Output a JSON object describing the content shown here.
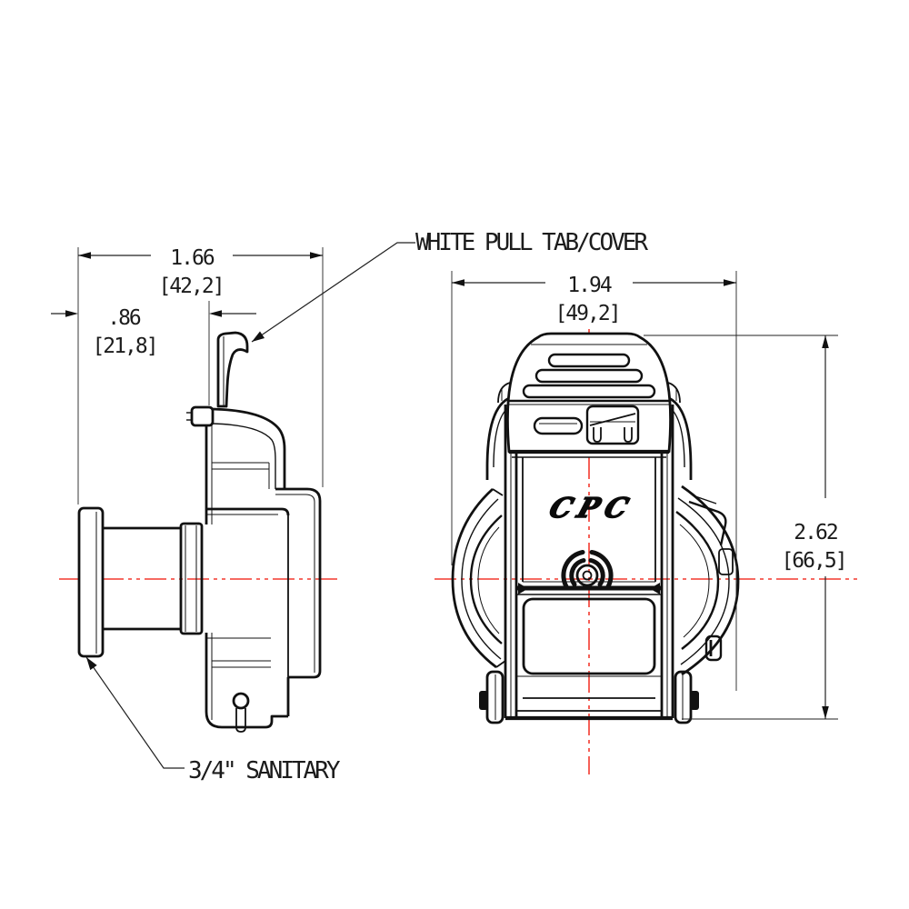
{
  "drawing": {
    "labels": {
      "pull_tab": "WHITE PULL TAB/COVER",
      "sanitary": "3/4\" SANITARY",
      "logo": "CPC"
    },
    "dimensions": {
      "overall_width_side": {
        "inches": "1.66",
        "mm": "[42,2]"
      },
      "tab_offset_side": {
        "inches": ".86",
        "mm": "[21,8]"
      },
      "overall_width_front": {
        "inches": "1.94",
        "mm": "[49,2]"
      },
      "overall_height_front": {
        "inches": "2.62",
        "mm": "[66,5]"
      }
    },
    "colors": {
      "line": "#111111",
      "centerline": "#f4392e",
      "background": "#ffffff"
    }
  }
}
